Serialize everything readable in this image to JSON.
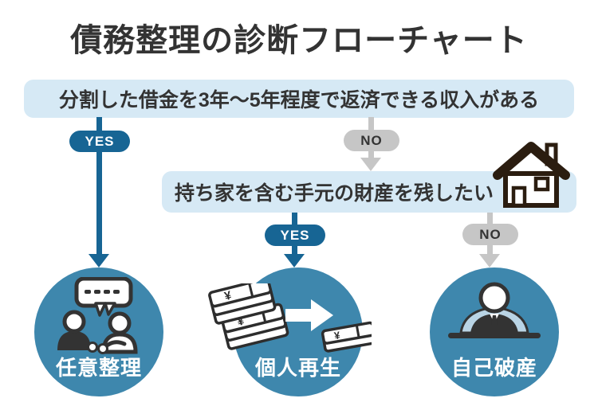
{
  "title": "債務整理の診断フローチャート",
  "questions": {
    "q1": "分割した借金を3年～5年程度で返済できる収入がある",
    "q2": "持ち家を含む手元の財産を残したい"
  },
  "labels": {
    "yes": "YES",
    "no": "NO"
  },
  "outcomes": [
    {
      "label": "任意整理",
      "icon": "consultation-icon"
    },
    {
      "label": "個人再生",
      "icon": "money-reduction-icon"
    },
    {
      "label": "自己破産",
      "icon": "bowing-person-icon"
    }
  ],
  "decorations": {
    "question2_icon": "house-icon",
    "money_currency_mark": "¥"
  },
  "colors": {
    "accent_blue": "#176594",
    "circle_blue": "#3e87ad",
    "question_box_blue": "#d6e9f5",
    "gray": "#c6c6c6",
    "text_dark": "#333333",
    "house_outline": "#2b1d10",
    "shoulder_blue": "#b9d4e5"
  }
}
